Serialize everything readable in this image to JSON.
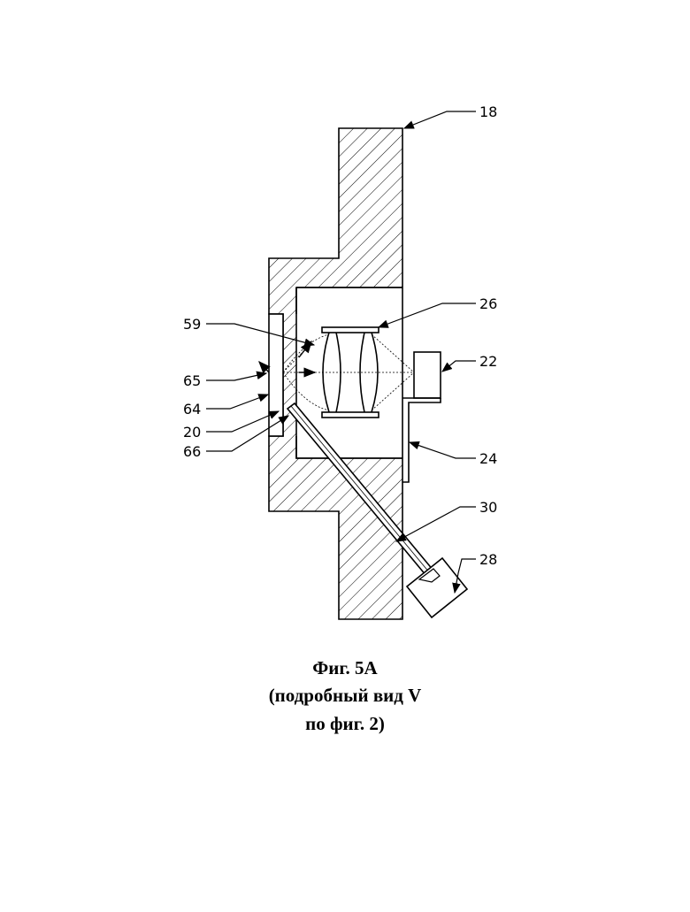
{
  "labels": {
    "l18": "18",
    "l26": "26",
    "l59": "59",
    "l22": "22",
    "l65": "65",
    "l64": "64",
    "l20": "20",
    "l66": "66",
    "l24": "24",
    "l30": "30",
    "l28": "28"
  },
  "caption": {
    "line1": "Фиг. 5A",
    "line2": "(подробный вид V",
    "line3": "по фиг. 2)"
  }
}
